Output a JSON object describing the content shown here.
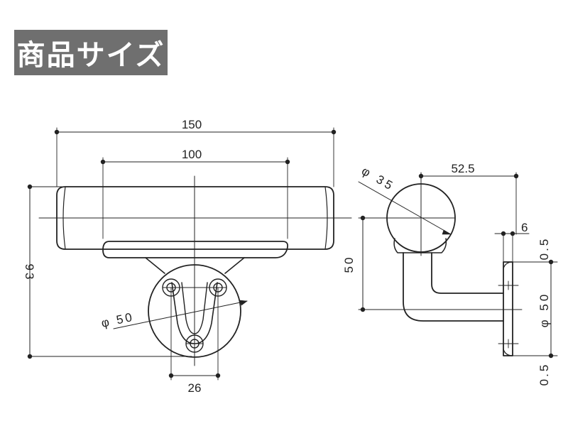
{
  "header": {
    "title": "商品サイズ"
  },
  "colors": {
    "title_bg": "#6f6f6f",
    "title_text": "#ffffff",
    "line": "#222222"
  },
  "front_view": {
    "dims": {
      "total_width": "150",
      "pipe_span": "100",
      "height": "93",
      "base_diameter": "φ 50",
      "hole_spacing": "26"
    }
  },
  "side_view": {
    "dims": {
      "pipe_diameter": "φ 35",
      "projection": "52.5",
      "plate_thickness": "6",
      "height_to_center": "50",
      "plate_diameter": "φ 50",
      "edge_top": "0.5",
      "edge_bottom": "0.5"
    }
  }
}
